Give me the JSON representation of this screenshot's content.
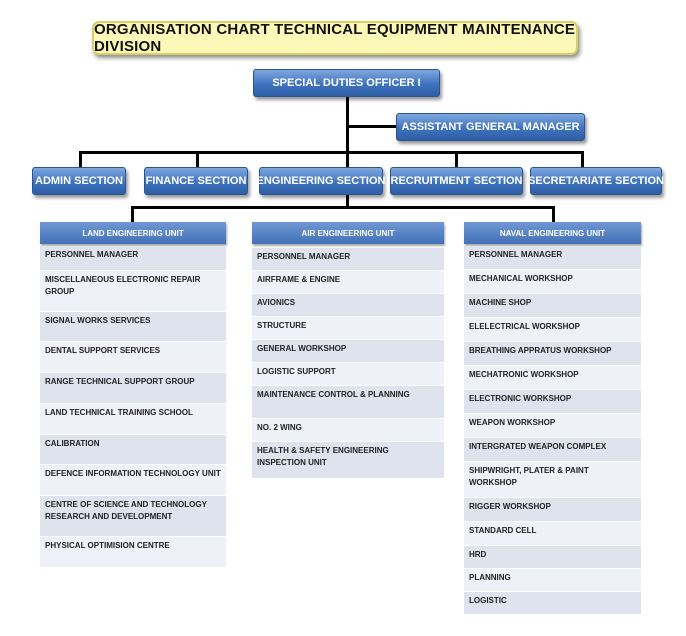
{
  "title": "ORGANISATION CHART TECHNICAL EQUIPMENT MAINTENANCE DIVISION",
  "top": "SPECIAL DUTIES OFFICER I",
  "assistant": "ASSISTANT GENERAL MANAGER",
  "sections": {
    "admin": "ADMIN SECTION",
    "finance": "FINANCE SECTION",
    "engineering": "ENGINEERING SECTION",
    "recruitment": "RECRUITMENT SECTION",
    "secretariate": "SECRETARIATE SECTION"
  },
  "units": {
    "land": {
      "title": "LAND ENGINEERING UNIT",
      "items": [
        "PERSONNEL MANAGER",
        "MISCELLANEOUS ELECTRONIC REPAIR GROUP",
        "SIGNAL WORKS SERVICES",
        "DENTAL SUPPORT SERVICES",
        "RANGE TECHNICAL SUPPORT GROUP",
        "LAND TECHNICAL TRAINING SCHOOL",
        "CALIBRATION",
        "DEFENCE INFORMATION TECHNOLOGY UNIT",
        "CENTRE OF SCIENCE AND TECHNOLOGY RESEARCH AND DEVELOPMENT",
        "PHYSICAL OPTIMISION CENTRE"
      ]
    },
    "air": {
      "title": "AIR ENGINEERING UNIT",
      "items": [
        "PERSONNEL MANAGER",
        "AIRFRAME & ENGINE",
        "AVIONICS",
        "STRUCTURE",
        "GENERAL WORKSHOP",
        "LOGISTIC SUPPORT",
        "MAINTENANCE CONTROL & PLANNING",
        "NO. 2 WING",
        "HEALTH & SAFETY ENGINEERING INSPECTION UNIT"
      ]
    },
    "naval": {
      "title": "NAVAL ENGINEERING UNIT",
      "items": [
        "PERSONNEL MANAGER",
        "MECHANICAL WORKSHOP",
        "MACHINE SHOP",
        "ELELECTRICAL WORKSHOP",
        "BREATHING APPRATUS WORKSHOP",
        "MECHATRONIC WORKSHOP",
        "ELECTRONIC WORKSHOP",
        "WEAPON WORKSHOP",
        "INTERGRATED WEAPON COMPLEX",
        "SHIPWRIGHT, PLATER & PAINT WORKSHOP",
        "RIGGER WORKSHOP",
        "STANDARD CELL",
        "HRD",
        "PLANNING",
        "LOGISTIC"
      ]
    }
  }
}
